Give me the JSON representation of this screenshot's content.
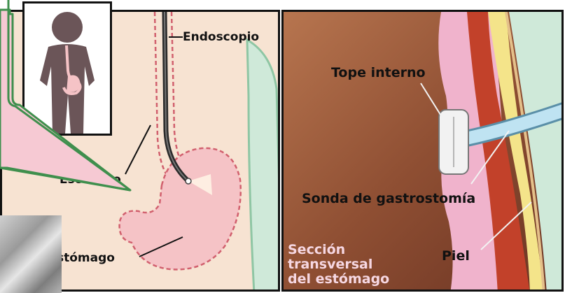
{
  "labels": {
    "endoscope": "Endoscopio",
    "esophagus_visible": "Eso",
    "esophagus_tail": "go",
    "stomach": "stómago",
    "internal_bumper": "Tope interno",
    "gastrostomy_tube": "Sonda de gastrostomía",
    "skin": "Piel",
    "cross_section": [
      "Sección",
      "transversal",
      "del estómago"
    ]
  },
  "colors": {
    "body_skin": "#f7e3d2",
    "stomach_pink": "#f5c3c6",
    "stomach_outline": "#d1606e",
    "green_side": "#cfe9d9",
    "callout_fill": "#f6c9d3",
    "callout_border": "#3f8f4d",
    "silhouette": "#6b5558",
    "tube_blue": "#bfe3f2",
    "muscle_red": "#c2412a",
    "fat_yellow": "#f4e48a",
    "mucosa_pink": "#f0b3cc"
  },
  "icons": {
    "child_silhouette": "child-silhouette-icon",
    "xray": "xray-thumbnail-icon"
  }
}
